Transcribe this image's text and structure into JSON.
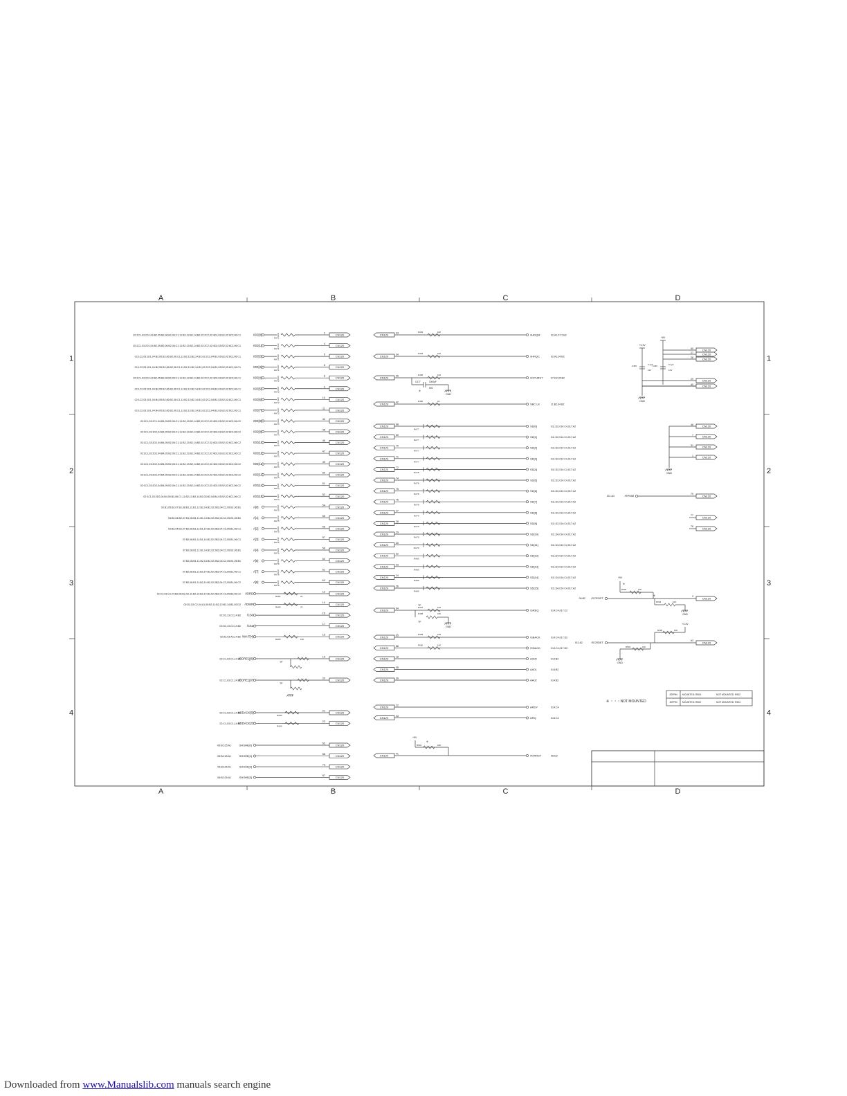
{
  "grid": {
    "columns": [
      "A",
      "B",
      "C",
      "D"
    ],
    "rows": [
      "1",
      "2",
      "3",
      "4"
    ]
  },
  "left_nets": [
    {
      "ref": "02:2C1,03:2D1,04:B2,05:B2,06:B2,06:C1,11:B2,13:B2,14:B2,02:2C2,02:4D1,03:B2,02:6C2,06:C1",
      "sig": "IOD[0]",
      "res": "RA71",
      "pin": "2"
    },
    {
      "ref": "02:2C1,03:2D1,04:B2,05:B2,06:B2,06:C1,11:B2,13:B2,14:B2,02:2C2,02:4D2,03:B2,02:6C2,06:C1",
      "sig": "IOD[1]",
      "res": "RA71",
      "pin": "4"
    },
    {
      "ref": "02:1C2,03:1D1,04:B2,05:B2,06:B2,06:C1,11:B2,13:B2,14:B2,02:2C2,04:B2,03:B2,02:6C2,06:C1",
      "sig": "IOD[2]",
      "res": "RA71",
      "pin": "5"
    },
    {
      "ref": "02:1C2,03:1D1,04:B2,05:B2,06:B2,06:C1,11:B2,13:B2,14:B2,02:2C2,04:B2,03:B2,02:6C2,06:C1",
      "sig": "IOD[3]",
      "res": "RA71",
      "pin": "6"
    },
    {
      "ref": "02:2C1,03:2D1,04:B2,05:B2,06:B2,06:C1,11:B2,13:B2,14:B2,02:2C2,02:4D2,03:B2,02:6C2,06:C1",
      "sig": "IOD[4]",
      "res": "RA72",
      "pin": "8"
    },
    {
      "ref": "02:1C2,03:1D1,04:B2,05:B2,06:B2,06:C1,11:B2,13:B2,14:B2,02:2C2,04:B2,03:B2,02:6C2,06:C1",
      "sig": "IOD[5]",
      "res": "RA72",
      "pin": "9"
    },
    {
      "ref": "02:1C2,03:1D1,04:B4,05:B2,06:B2,06:C1,11:B2,13:B2,14:B2,02:2C2,04:B2,03:B2,02:6C2,06:C1",
      "sig": "IOD[6]",
      "res": "RA72",
      "pin": "10"
    },
    {
      "ref": "02:1C2,03:1D1,04:B4,05:B2,06:B2,06:C1,11:B2,13:B2,14:B2,02:2C2,04:B2,03:B2,02:6C2,06:C1",
      "sig": "IOD[7]",
      "res": "RA72",
      "pin": "11"
    },
    {
      "ref": "02:1C1,03:2C1,04:B4,05:B2,06:C1,11:B2,13:B2,14:B2,02:2C2,02:4D2,03:B2,02:6C2,06:C2",
      "sig": "IOD[8]",
      "res": "RA73",
      "pin": "44"
    },
    {
      "ref": "02:1C1,03:1D2,04:B4,05:B2,06:C1,11:B2,13:B2,14:B2,02:2C2,02:4D2,03:B2,02:6C2,06:C2",
      "sig": "IOD[9]",
      "res": "RA73",
      "pin": "45"
    },
    {
      "ref": "02:1C1,03:2D2,04:B4,05:B2,06:C1,11:B2,13:B2,14:B2,02:2C2,02:4D2,03:B2,02:6C2,06:C2",
      "sig": "IOD[10]",
      "res": "RA73",
      "pin": "46"
    },
    {
      "ref": "02:1C1,03:2D2,04:B4,05:B2,06:C1,11:B2,13:B2,14:B2,02:2C2,02:4D2,03:B2,02:6C2,06:C2",
      "sig": "IOD[11]",
      "res": "RA73",
      "pin": "47"
    },
    {
      "ref": "02:1C1,03:2D2,04:B4,05:B2,06:C1,11:B2,13:B2,14:B2,02:2C2,02:4D2,03:B2,02:6C2,06:C2",
      "sig": "IOD[12]",
      "res": "RA74",
      "pin": "49"
    },
    {
      "ref": "02:1C1,03:2D2,04:B4,05:B2,06:C1,11:B2,13:B2,14:B2,02:2C2,02:4D2,03:B2,02:6C2,06:C2",
      "sig": "IOD[13]",
      "res": "RA74",
      "pin": "50"
    },
    {
      "ref": "02:1C1,03:2D2,04:B4,05:B2,06:C1,11:B2,13:B2,14:B2,02:2C2,02:4D2,03:B2,02:6C2,06:C2",
      "sig": "IOD[14]",
      "res": "RA74",
      "pin": "51"
    },
    {
      "ref": "02:1C1,03:2D2,04:B4,05:B2,06:C1,11:B2,13:B2,14:B2,03:B2,04:B4,03:B2,02:6C2,06:C2",
      "sig": "IOD[15]",
      "res": "RA74",
      "pin": "52"
    },
    {
      "ref": "03:B1,05:B2,07:B1,08:B1,11:B1,12:B2,14:B2,02:2B2,04:C2,05:B1,06:B1",
      "sig": "A[0]",
      "res": "RA75",
      "pin": "54"
    },
    {
      "ref": "03:B2,04:B2,07:B1,08:B1,11:B1,14:B2,02:2B2,04:C2,05:B1,06:B1",
      "sig": "A[1]",
      "res": "RA75",
      "pin": "55"
    },
    {
      "ref": "03:B2,04:B2,07:B2,08:B1,11:B1,14:B2,02:2B2,04:C2,05:B1,06:C1",
      "sig": "A[2]",
      "res": "RA75",
      "pin": "56"
    },
    {
      "ref": "07:B2,08:B1,11:B1,14:B2,02:2B2,04:C2,05:B1,06:C1",
      "sig": "A[3]",
      "res": "RA75",
      "pin": "57"
    },
    {
      "ref": "07:B2,08:B1,11:B1,14:B2,02:2B2,04:C2,05:B1,06:B1",
      "sig": "A[4]",
      "res": "RA76",
      "pin": "59"
    },
    {
      "ref": "07:B2,08:B1,11:B2,14:B2,02:2B2,04:C2,05:B1,06:B1",
      "sig": "A[5]",
      "res": "RA76",
      "pin": "60"
    },
    {
      "ref": "07:B2,08:B1,11:B2,14:B2,02:2B2,04:C2,05:B1,06:C1",
      "sig": "A[7]",
      "res": "RA76",
      "pin": "61"
    },
    {
      "ref": "07:B2,08:B1,11:B2,14:B2,02:2B2,04:C2,05:B1,06:C2",
      "sig": "A[8]",
      "res": "RA76",
      "pin": "62"
    }
  ],
  "left_ctrl": [
    {
      "ref": "02:C2,03:C2,04:B2,06:B2,A2,11:B2,13:B2,14:B2,02:2B2,04:C2,05:B2,06:C2",
      "sig": "/IORD",
      "res": "RA81",
      "val": "22",
      "pin": "13"
    },
    {
      "ref": "02:D2,03:C2,04:A1,05:B2,11:B2,13:B2,14:B2,02:D2",
      "sig": "/IOWR",
      "res": "RA82",
      "val": "22",
      "pin": "14"
    },
    {
      "ref": "02:D2,13:C2,14:B2",
      "sig": "/CS0",
      "res": "",
      "val": "",
      "pin": "16"
    },
    {
      "ref": "02:D2,13:C2,14:B2",
      "sig": "/CS1",
      "res": "",
      "val": "",
      "pin": "17"
    },
    {
      "ref": "02:A2,03:A2,14:B2",
      "sig": "/WAIT[4]",
      "res": "RA85",
      "val": "10K",
      "pin": "15"
    }
  ],
  "dreq": [
    {
      "ref": "02:C1,03:C1,14:B2",
      "sig": "/DDREQ[6]",
      "pin": "19"
    },
    {
      "ref": "02:C1,03:C1,14:B2",
      "sig": "/DDREQ[7]",
      "pin": "20"
    }
  ],
  "dack": [
    {
      "ref": "02:C1,03:C1,14:B2",
      "sig": "/IODACK[6]",
      "res": "RA83",
      "pin": "21"
    },
    {
      "ref": "02:C1,03:C1,14:B2",
      "sig": "/IODACK[7]",
      "res": "RA84",
      "pin": "23"
    }
  ],
  "sh": [
    {
      "ref": "06:B2,05:A1",
      "sig": "SHSHE[0]",
      "pin": "53"
    },
    {
      "ref": "06:B2,05:A1",
      "sig": "SHSHE[1]",
      "pin": "58"
    },
    {
      "ref": "06:B2,05:A1",
      "sig": "SHSHE[2]",
      "pin": "73"
    },
    {
      "ref": "06:B2,05:A1",
      "sig": "SHSHE[3]",
      "pin": "67"
    }
  ],
  "cn_label": "CN120",
  "c_top": [
    {
      "pin": "33",
      "res": "R493",
      "val": "100",
      "sig": "/IHRQM",
      "ref": "02:A1,07:2:B2"
    },
    {
      "pin": "34",
      "res": "R494",
      "val": "100",
      "sig": "/IHRQC",
      "ref": "02:A1,04:B2"
    },
    {
      "pin": "35",
      "res": "R495",
      "val": "100",
      "sig": "/ICPHRST",
      "ref": "07:D2,05:B2"
    },
    {
      "pin": "42",
      "res": "R496",
      "val": "22",
      "sig": "SBC LK",
      "ref": "11:B2,04:B2"
    }
  ],
  "c_cap": {
    "name": "C477",
    "val": "1000pF",
    "volt": "50V",
    "mark": "※",
    "gnd": "GND"
  },
  "c_sd": [
    {
      "pin": "68",
      "sig": "SD[0]",
      "res": "RA77",
      "ref": "011:D2,014:C4,017:A2"
    },
    {
      "pin": "69",
      "sig": "SD[1]",
      "res": "RA77",
      "ref": "011:D2,014:C4,017:A2"
    },
    {
      "pin": "70",
      "sig": "SD[2]",
      "res": "RA77",
      "ref": "011:D2,014:C4,017:A2"
    },
    {
      "pin": "71",
      "sig": "SD[3]",
      "res": "RA77",
      "ref": "011:D2,014:C4,017:A2"
    },
    {
      "pin": "72",
      "sig": "SD[4]",
      "res": "RA78",
      "ref": "011:D2,014:C4,017:A2"
    },
    {
      "pin": "74",
      "sig": "SD[5]",
      "res": "RA78",
      "ref": "011:D2,014:C4,017:A2"
    },
    {
      "pin": "75",
      "sig": "SD[6]",
      "res": "RA78",
      "ref": "011:D2,014:C4,017:A2"
    },
    {
      "pin": "76",
      "sig": "SD[7]",
      "res": "RA78",
      "ref": "011:D2,014:C4,017:A2"
    },
    {
      "pin": "27",
      "sig": "SD[8]",
      "res": "RA79",
      "ref": "011:D2,014:C4,017:A2"
    },
    {
      "pin": "28",
      "sig": "SD[9]",
      "res": "RA79",
      "ref": "011:D2,014:C4,017:A2"
    },
    {
      "pin": "29",
      "sig": "SD[10]",
      "res": "RA79",
      "ref": "011:D4,014:C4,017:A2"
    },
    {
      "pin": "30",
      "sig": "SD[11]",
      "res": "RA79",
      "ref": "011:D4,014:C4,017:A2"
    },
    {
      "pin": "32",
      "sig": "SD[12]",
      "res": "RA80",
      "ref": "011:D4,014:C4,017:A2"
    },
    {
      "pin": "33",
      "sig": "SD[13]",
      "res": "RA80",
      "ref": "011:D4,014:C4,017:A2"
    },
    {
      "pin": "24",
      "sig": "SD[14]",
      "res": "RA80",
      "ref": "011:D4,014:C4,017:A2"
    },
    {
      "pin": "26",
      "sig": "SD[15]",
      "res": "RA80",
      "ref": "011:D4,014:C4,017:A2"
    }
  ],
  "c_sreq": {
    "pin": "64",
    "res1": "R497",
    "val1": "100",
    "res2": "R498",
    "val2": "10K",
    "tp": "TP",
    "sig": "/SREQ",
    "ref": "014:C4,017:C2",
    "gnd": "GND"
  },
  "c_sack": [
    {
      "pin": "65",
      "res": "R499",
      "val": "100",
      "sig": "/SBACK",
      "ref": "014:C4,017:D2"
    },
    {
      "pin": "66",
      "res": "R500",
      "val": "100",
      "sig": "/SDACK",
      "ref": "014:C4,017:D2"
    }
  ],
  "c_aa": [
    {
      "pin": "18",
      "sig": "AA00",
      "ref": "014:B2"
    },
    {
      "pin": "38",
      "sig": "AA01",
      "ref": "014:B2"
    },
    {
      "pin": "39",
      "sig": "AA02",
      "ref": "014:B2"
    }
  ],
  "c_ardy": [
    {
      "pin": "12",
      "sig": "ARDY",
      "ref": "014:C4"
    },
    {
      "pin": "43",
      "sig": "ARQ",
      "ref": "014:C4"
    }
  ],
  "c_atarst": {
    "pin": "41",
    "v": "+5V",
    "res": "R501",
    "val": "10K",
    "mark": "※",
    "sig": "/ATARST",
    "ref": "06:D3"
  },
  "d_power": {
    "v33": "+3.3V",
    "v5": "+5V",
    "pins": [
      "50",
      "27",
      "28",
      "29",
      "40"
    ],
    "cap1": "C455",
    "cap1_val": "0.1μF",
    "cap1_volt": "16V",
    "cap2": "C456",
    "cap2_val": "0.1μF",
    "cap2_volt": "16V",
    "gnd": "GND"
  },
  "d_gndpins": [
    "48",
    "7",
    "31",
    "1"
  ],
  "d_rpm": {
    "sig": "/RPMM",
    "ref": "011:A3",
    "pin": "79"
  },
  "d_pins_nc": [
    "77",
    "78"
  ],
  "d_scropt": {
    "ref": "06:B2",
    "sig": "/SCROPT",
    "pin": "3",
    "v": "+5V",
    "mark": "※",
    "res1": "R502",
    "val1": "10K",
    "res2": "R504",
    "val2": "10K",
    "gnd": "GND"
  },
  "d_scrdet": {
    "ref": "011:A2",
    "sig": "/SCRDET",
    "pin": "63",
    "v": "+3.3V",
    "res1": "R503",
    "val1": "10K",
    "res2": "R505",
    "val2": "10K",
    "gnd": "GND"
  },
  "legend": {
    "note": "※ ・・・NOT MOUNTED",
    "rows": [
      [
        "20PPM",
        "MOUNTED: R504",
        "NOT MOUNTED: R502"
      ],
      [
        "30PPM",
        "MOUNTED: R502",
        "NOT MOUNTED: R504"
      ]
    ]
  },
  "footer": {
    "prefix": "Downloaded from ",
    "link": "www.Manualslib.com",
    "suffix": " manuals search engine"
  },
  "colors": {
    "line": "#3a3a3a",
    "text": "#222222",
    "link": "#1a0dab"
  }
}
